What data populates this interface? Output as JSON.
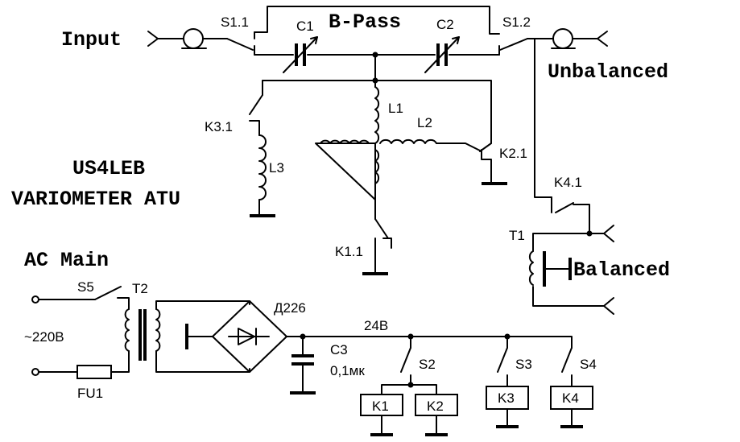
{
  "headings": {
    "input": "Input",
    "bpass": "B-Pass",
    "unbalanced": "Unbalanced",
    "title_line1": "US4LEB",
    "title_line2": "VARIOMETER ATU",
    "ac_main": "AC Main",
    "balanced": "Balanced"
  },
  "components": {
    "s1_1": "S1.1",
    "s1_2": "S1.2",
    "c1": "C1",
    "c2": "C2",
    "l1": "L1",
    "l2": "L2",
    "l3": "L3",
    "k3_1": "K3.1",
    "k2_1": "K2.1",
    "k4_1": "K4.1",
    "k1_1": "K1.1",
    "t1": "T1",
    "t2": "T2",
    "s5": "S5",
    "fu1": "FU1",
    "mains_voltage": "~220B",
    "d226": "Д226",
    "supply_voltage": "24B",
    "c3": "C3",
    "c3_value": "0,1мк",
    "s2": "S2",
    "s3": "S3",
    "s4": "S4",
    "k1": "K1",
    "k2": "K2",
    "k3": "K3",
    "k4": "K4"
  }
}
